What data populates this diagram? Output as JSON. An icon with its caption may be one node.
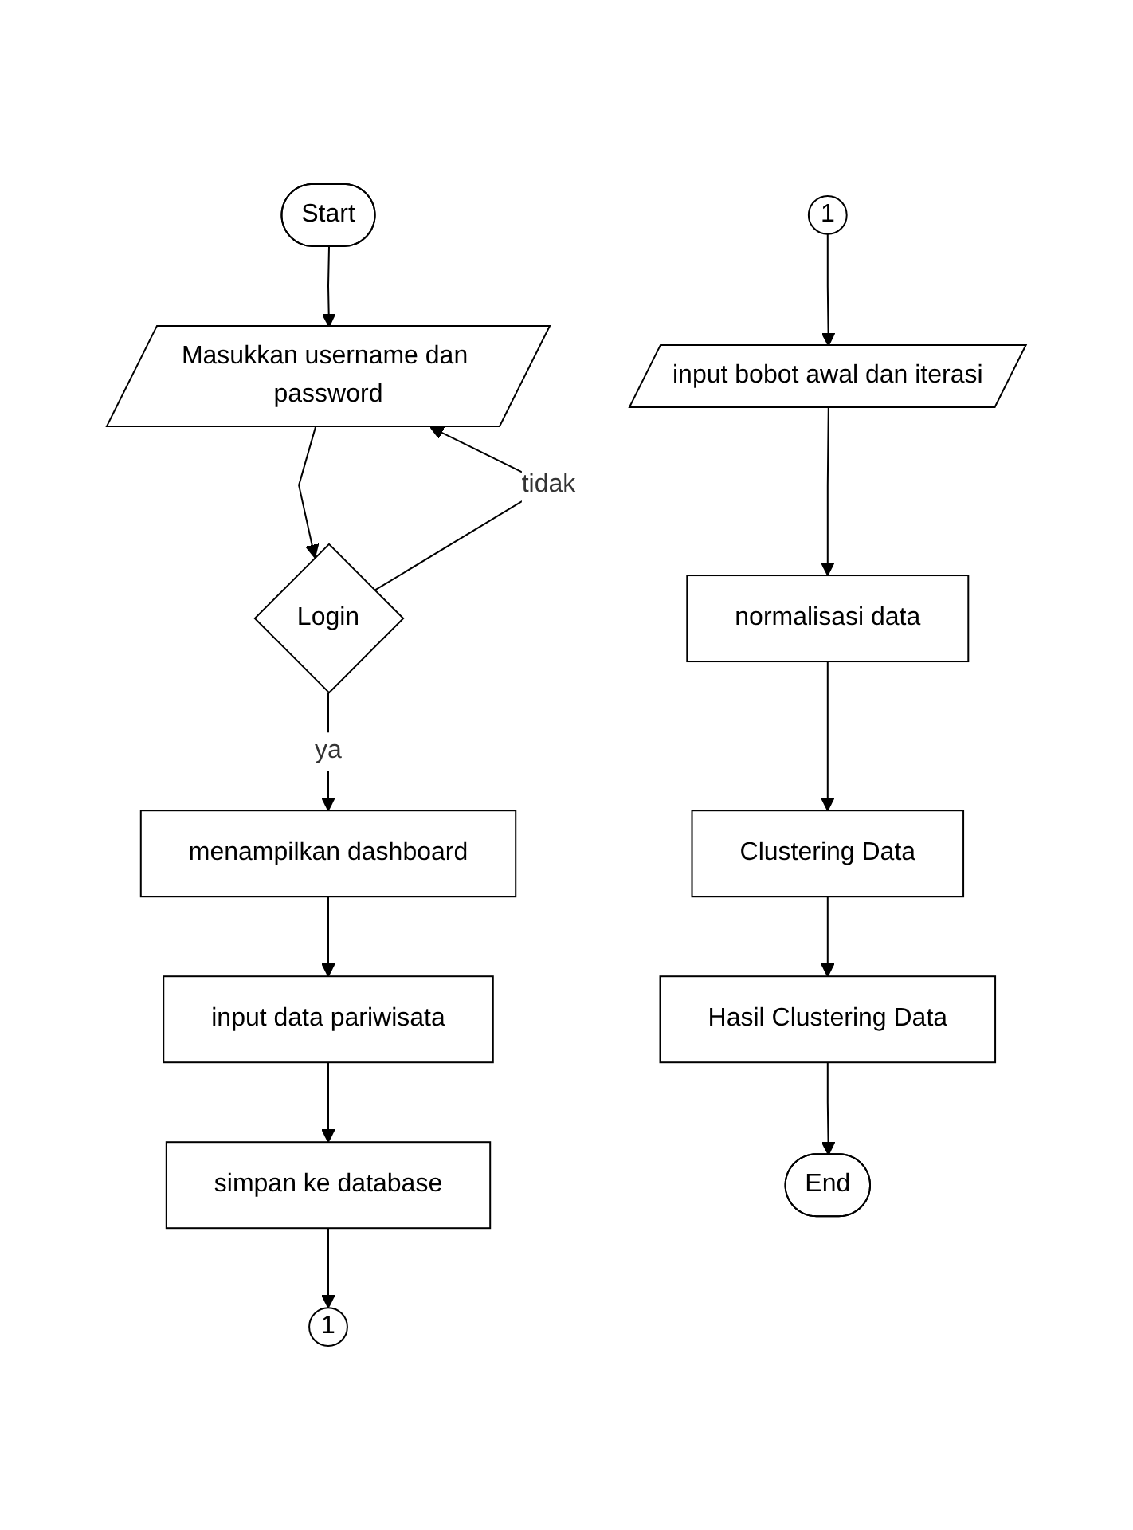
{
  "diagram": {
    "nodes": [
      {
        "text": [
          "Start"
        ]
      },
      {
        "text": [
          "Masukkan username dan password"
        ]
      },
      {
        "text": [
          "Login"
        ]
      },
      {
        "text": [
          "menampilkan dashboard"
        ]
      },
      {
        "text": [
          "input data pariwisata"
        ]
      },
      {
        "text": [
          "simpan ke database"
        ]
      },
      {
        "text": [
          "1"
        ]
      },
      {
        "text": [
          "1"
        ]
      },
      {
        "text": [
          "input bobot awal dan iterasi"
        ]
      },
      {
        "text": [
          "normalisasi data"
        ]
      },
      {
        "text": [
          "Clustering Data"
        ]
      },
      {
        "text": [
          "Hasil Clustering Data"
        ]
      },
      {
        "text": [
          "End"
        ]
      }
    ],
    "edges": [
      {
        "from": 0,
        "to": 1,
        "arrow": "to"
      },
      {
        "from": 1,
        "to": 2,
        "arrow": "to"
      },
      {
        "from": 2,
        "to": 1,
        "label": "tidak",
        "arrow": "to"
      },
      {
        "from": 2,
        "to": 3,
        "label": "ya",
        "arrow": "to"
      },
      {
        "from": 3,
        "to": 4,
        "arrow": "to"
      },
      {
        "from": 4,
        "to": 5,
        "arrow": "to"
      },
      {
        "from": 5,
        "to": 6,
        "arrow": "to"
      },
      {
        "from": 7,
        "to": 8,
        "arrow": "to"
      },
      {
        "from": 8,
        "to": 9,
        "arrow": "to"
      },
      {
        "from": 9,
        "to": 10,
        "arrow": "to"
      },
      {
        "from": 10,
        "to": 11,
        "arrow": "to"
      },
      {
        "from": 11,
        "to": 12,
        "arrow": "to"
      }
    ]
  }
}
